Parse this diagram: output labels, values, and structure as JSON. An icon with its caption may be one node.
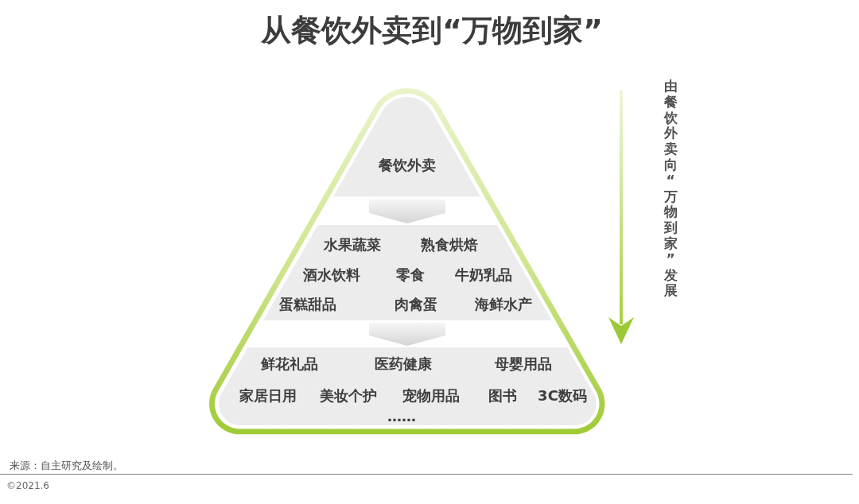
{
  "diagram": {
    "title": "从餐饮外卖到“万物到家”",
    "nodes": [
      {
        "text": [],
        "shape": "triangle"
      },
      {
        "text": [
          "餐饮外卖"
        ],
        "in": 0
      },
      {
        "text": [
          "水果蔬菜",
          "熟食烘焙",
          "酒水饮料",
          "零食",
          "牛奶乳品",
          "蛋糕甜品",
          "肉禽蛋",
          "海鲜水产"
        ],
        "in": 0
      },
      {
        "text": [
          "鲜花礼品",
          "医药健康",
          "母婴用品",
          "家居日用",
          "美妆个护",
          "宠物用品",
          "图书",
          "3C数码",
          "……"
        ],
        "in": 0
      }
    ],
    "edges": [
      {
        "from": 1,
        "to": 2,
        "arrow": "to"
      },
      {
        "from": 2,
        "to": 3,
        "arrow": "to"
      }
    ],
    "labels": [
      "由餐饮外卖向“万物到家”发展",
      "来源：自主研究及绘制。",
      "©2021.6"
    ]
  }
}
